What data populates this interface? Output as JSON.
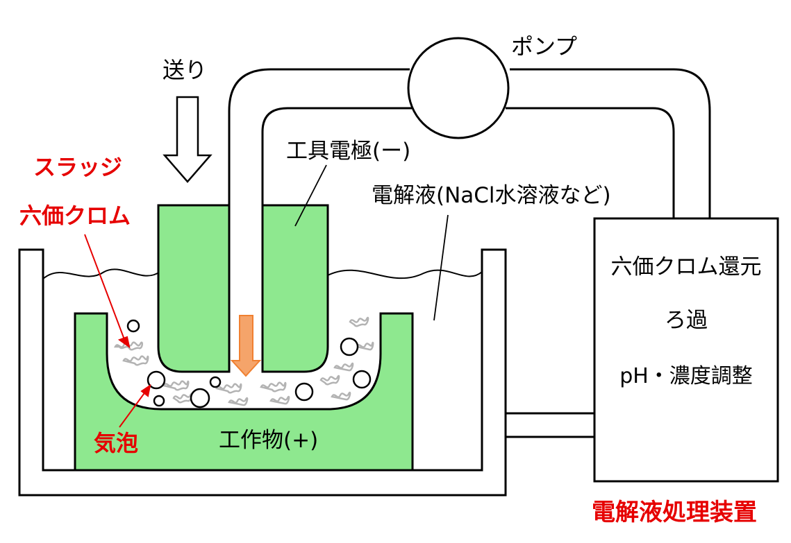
{
  "labels": {
    "feed": "送り",
    "pump": "ポンプ",
    "tool_electrode": "工具電極(ー)",
    "electrolyte": "電解液(NaCl水溶液など)",
    "sludge": "スラッジ",
    "hexavalent_chromium": "六価クロム",
    "bubbles": "気泡",
    "workpiece": "工作物(+)",
    "treatment_line1": "六価クロム還元",
    "treatment_line2": "ろ過",
    "treatment_line3": "pH・濃度調整",
    "treatment_device": "電解液処理装置"
  },
  "colors": {
    "electrode_green": "#8ee88f",
    "accent_red": "#e60000",
    "flow_arrow_orange": "#f5a46a",
    "sludge_gray": "#b3b3b3",
    "outline": "#000000"
  }
}
